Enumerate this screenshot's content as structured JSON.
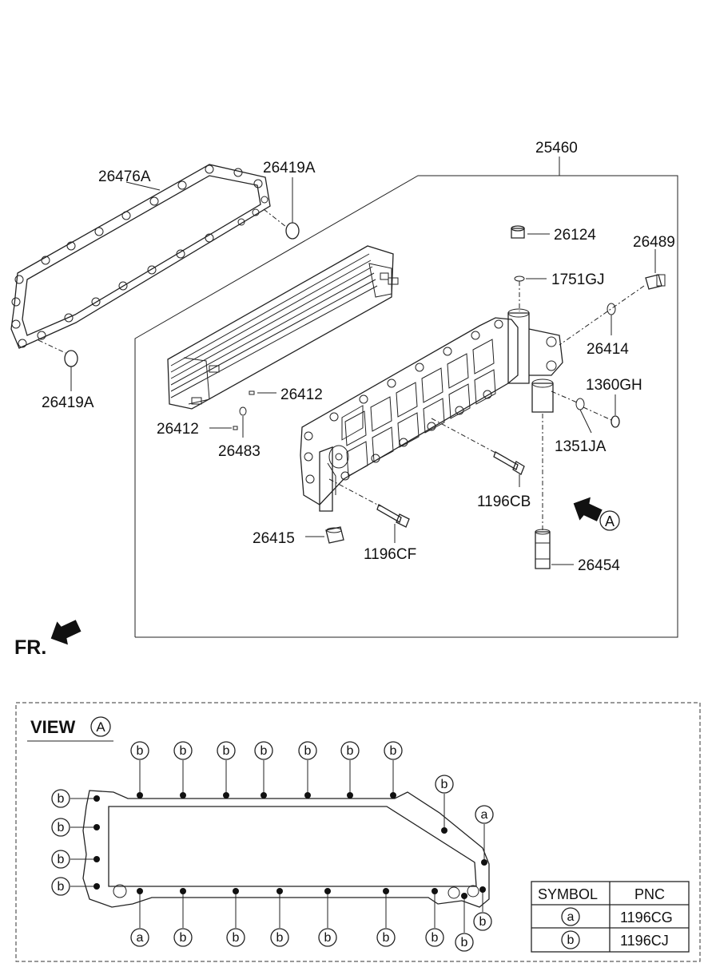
{
  "callouts": {
    "assy": "25460",
    "gasket": "26476A",
    "oring_top": "26419A",
    "oring_bottom": "26419A",
    "plug_top": "26124",
    "seal_1751": "1751GJ",
    "bolt_26489": "26489",
    "gasket_26414": "26414",
    "oring_1360": "1360GH",
    "seal_1351": "1351JA",
    "pin_26412_a": "26412",
    "pin_26412_b": "26412",
    "oring_26483": "26483",
    "bolt_1196cb": "1196CB",
    "bolt_1196cf": "1196CF",
    "nut_26415": "26415",
    "bolt_26454": "26454",
    "view_marker": "A"
  },
  "front_label": "FR.",
  "view": {
    "title": "VIEW",
    "marker": "A",
    "symbol_a": "a",
    "symbol_b": "b"
  },
  "legend_table": {
    "headers": [
      "SYMBOL",
      "PNC"
    ],
    "rows": [
      {
        "symbol": "a",
        "pnc": "1196CG"
      },
      {
        "symbol": "b",
        "pnc": "1196CJ"
      }
    ]
  },
  "colors": {
    "line": "#222222",
    "background": "#ffffff"
  }
}
